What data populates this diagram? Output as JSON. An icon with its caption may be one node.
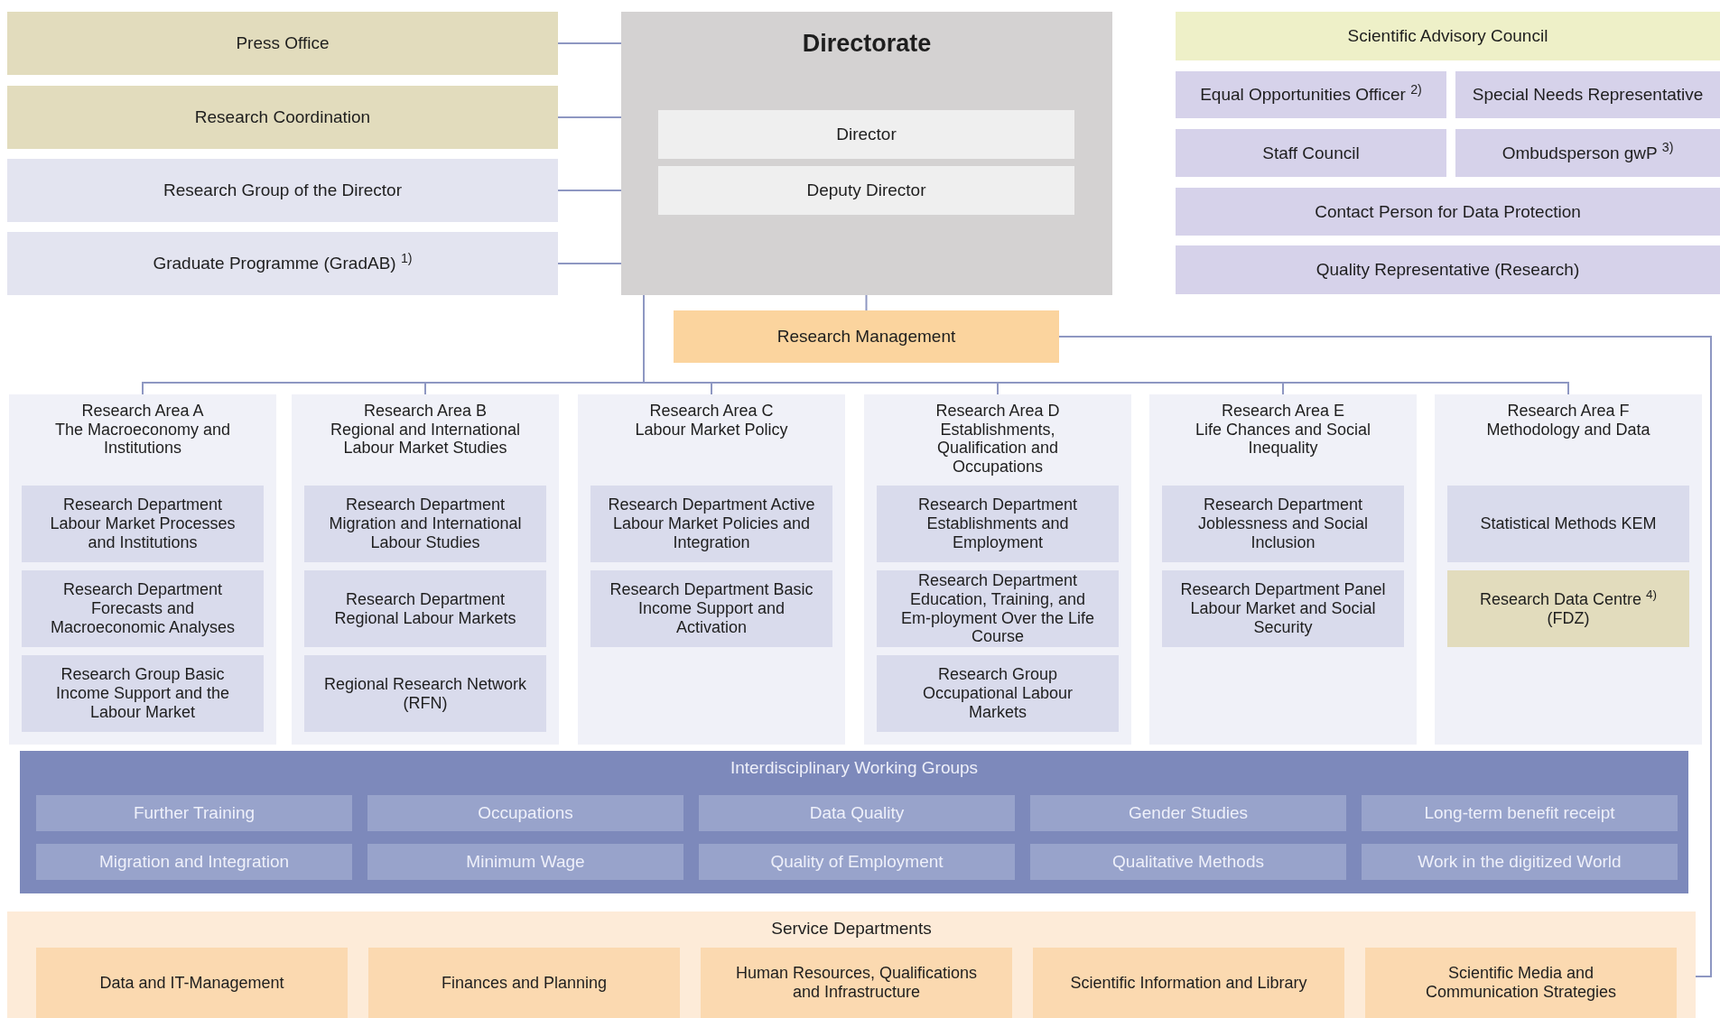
{
  "diagram": {
    "nodes": [
      {
        "text": [
          "Press Office"
        ]
      },
      {
        "text": [
          "Research Coordination"
        ]
      },
      {
        "text": [
          "Research Group of the Director"
        ]
      },
      {
        "text": [
          "Graduate Programme (GradAB) $^{1)}$"
        ]
      },
      {
        "text": [
          "Directorate"
        ]
      },
      {
        "text": [
          "Director"
        ],
        "in": 4
      },
      {
        "text": [
          "Deputy Director"
        ],
        "in": 4
      },
      {
        "text": [
          "Scientific Advisory Council"
        ]
      },
      {
        "text": [
          "Equal Opportunities Officer $^{2)}$"
        ]
      },
      {
        "text": [
          "Special Needs Representative"
        ]
      },
      {
        "text": [
          "Staff Council"
        ]
      },
      {
        "text": [
          "Ombudsperson gwP $^{3)}$"
        ]
      },
      {
        "text": [
          "Contact Person for Data Protection"
        ]
      },
      {
        "text": [
          "Quality Representative (Research)"
        ]
      },
      {
        "text": [
          "Research Management"
        ]
      },
      {
        "text": [
          "Research Area A",
          "The Macroeconomy and Institutions"
        ]
      },
      {
        "text": [
          "Research Department Labour Market Processes and Institutions"
        ],
        "in": 15
      },
      {
        "text": [
          "Research Department Forecasts and Macroeconomic Analyses"
        ],
        "in": 15
      },
      {
        "text": [
          "Research Group Basic Income Support and the Labour Market"
        ],
        "in": 15
      },
      {
        "text": [
          "Research Area B",
          "Regional and International Labour Market Studies"
        ]
      },
      {
        "text": [
          "Research Department Migration and International Labour Studies"
        ],
        "in": 19
      },
      {
        "text": [
          "Research Department Regional Labour Markets"
        ],
        "in": 19
      },
      {
        "text": [
          "Regional Research Network (RFN)"
        ],
        "in": 19
      },
      {
        "text": [
          "Research Area C",
          "Labour Market Policy"
        ]
      },
      {
        "text": [
          "Research Department Active Labour Market Policies and Integration"
        ],
        "in": 23
      },
      {
        "text": [
          "Research Department Basic Income Support and Activation"
        ],
        "in": 23
      },
      {
        "text": [
          "Research Area D",
          "Establishments, Qualification and Occupations"
        ]
      },
      {
        "text": [
          "Research Department Establishments and Employment"
        ],
        "in": 26
      },
      {
        "text": [
          "Research Department Education, Training, and Em-ployment Over the Life Course"
        ],
        "in": 26
      },
      {
        "text": [
          "Research Group Occupational Labour Markets"
        ],
        "in": 26
      },
      {
        "text": [
          "Research Area E",
          "Life Chances and Social Inequality"
        ]
      },
      {
        "text": [
          "Research Department Joblessness and Social Inclusion"
        ],
        "in": 30
      },
      {
        "text": [
          "Research Department Panel Labour Market and Social Security"
        ],
        "in": 30
      },
      {
        "text": [
          "Research Area F",
          "Methodology and Data"
        ]
      },
      {
        "text": [
          "Statistical Methods KEM"
        ],
        "in": 33
      },
      {
        "text": [
          "Research Data Centre $^{4)}$ (FDZ)"
        ],
        "in": 33
      },
      {
        "text": [
          "Interdisciplinary Working Groups"
        ]
      },
      {
        "text": [
          "Further Training"
        ],
        "in": 36
      },
      {
        "text": [
          "Occupations"
        ],
        "in": 36
      },
      {
        "text": [
          "Data Quality"
        ],
        "in": 36
      },
      {
        "text": [
          "Gender Studies"
        ],
        "in": 36
      },
      {
        "text": [
          "Long-term benefit receipt"
        ],
        "in": 36
      },
      {
        "text": [
          "Migration and Integration"
        ],
        "in": 36
      },
      {
        "text": [
          "Minimum Wage"
        ],
        "in": 36
      },
      {
        "text": [
          "Quality of Employment"
        ],
        "in": 36
      },
      {
        "text": [
          "Qualitative Methods"
        ],
        "in": 36
      },
      {
        "text": [
          "Work in the digitized World"
        ],
        "in": 36
      },
      {
        "text": [
          "Service Departments"
        ]
      },
      {
        "text": [
          "Data and IT-Management"
        ],
        "in": 47
      },
      {
        "text": [
          "Finances and Planning"
        ],
        "in": 47
      },
      {
        "text": [
          "Human Resources, Qualifications and Infrastructure"
        ],
        "in": 47
      },
      {
        "text": [
          "Scientific Information and Library"
        ],
        "in": 47
      },
      {
        "text": [
          "Scientific Media and Communication Strategies"
        ],
        "in": 47
      }
    ],
    "edges": [
      {
        "from": 0,
        "to": 4,
        "arrow": "none"
      },
      {
        "from": 1,
        "to": 4,
        "arrow": "none"
      },
      {
        "from": 2,
        "to": 4,
        "arrow": "none"
      },
      {
        "from": 3,
        "to": 4,
        "arrow": "none"
      },
      {
        "from": 4,
        "to": 14,
        "arrow": "none"
      },
      {
        "from": 4,
        "to": 15,
        "arrow": "none"
      },
      {
        "from": 4,
        "to": 19,
        "arrow": "none"
      },
      {
        "from": 4,
        "to": 23,
        "arrow": "none"
      },
      {
        "from": 4,
        "to": 26,
        "arrow": "none"
      },
      {
        "from": 4,
        "to": 30,
        "arrow": "none"
      },
      {
        "from": 4,
        "to": 33,
        "arrow": "none"
      },
      {
        "from": 14,
        "to": 47,
        "arrow": "none"
      }
    ]
  }
}
